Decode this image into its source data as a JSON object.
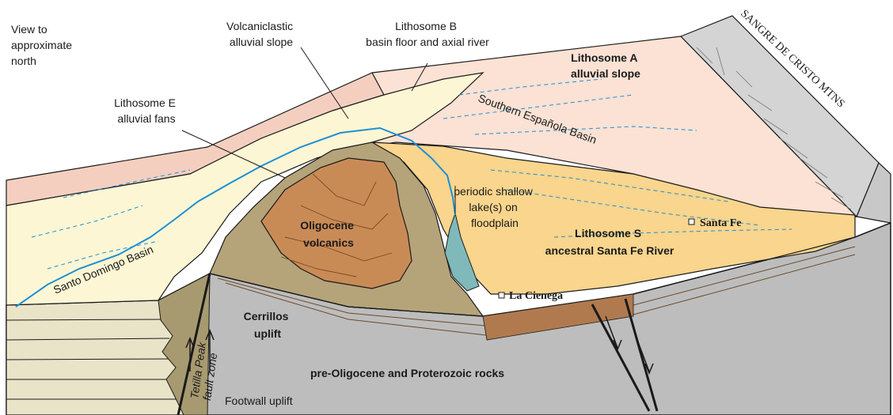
{
  "labels": {
    "view": [
      "View to",
      "approximate",
      "north"
    ],
    "volcaniclastic": [
      "Volcaniclastic",
      "alluvial slope"
    ],
    "lithosome_b": [
      "Lithosome B",
      "basin floor and axial river"
    ],
    "sangre": "SANGRE DE CRISTO MTNS",
    "lithosome_a": [
      "Lithosome A",
      "alluvial slope"
    ],
    "lithosome_e": [
      "Lithosome E",
      "alluvial fans"
    ],
    "southern_espanola": "Southern Española Basin",
    "periodic_lake": [
      "periodic shallow",
      "lake(s) on",
      "floodplain"
    ],
    "oligocene": [
      "Oligocene",
      "volcanics"
    ],
    "santa_fe": "Santa Fe",
    "lithosome_s": [
      "Lithosome S",
      "ancestral Santa Fe River"
    ],
    "santo_domingo": "Santo Domingo Basin",
    "la_cienega": "La Cienega",
    "cerrillos": [
      "Cerrillos",
      "uplift"
    ],
    "fault_zone": [
      "Tetilla Peak",
      "fault zone"
    ],
    "footwall": "Footwall uplift",
    "pre_oligocene": "pre-Oligocene and Proterozoic rocks"
  },
  "colors": {
    "outline": "#1a1a1a",
    "basement_gray": "#bdbdbd",
    "lithosome_a_pink": "#fbe2d4",
    "lithosome_b_cream": "#fdf6d4",
    "volcaniclastic_pink": "#f4cfc0",
    "lithosome_s_yellow": "#f9d58d",
    "oligocene_brown": "#c98b56",
    "ridge_tan": "#b5a37a",
    "lake_teal": "#7fb9b9",
    "river_blue": "#1f8fd4",
    "mountain_gray": "#d4d4d4",
    "layer_cream": "#e9e3c8"
  }
}
